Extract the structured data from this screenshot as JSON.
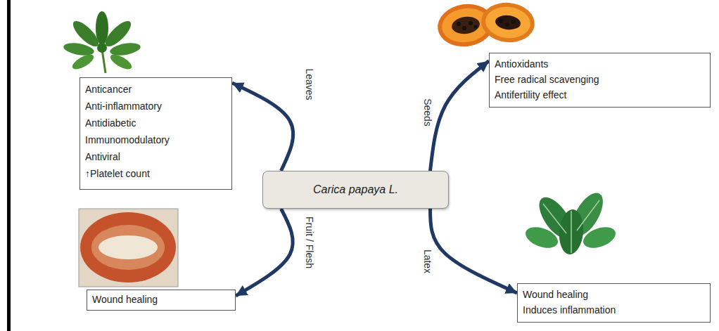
{
  "diagram": {
    "nodes": [
      {
        "text": [
          "Anticancer",
          "Anti-inflammatory",
          "Antidiabetic",
          "Immunomodulatory",
          "Antiviral",
          "↑Platelet count"
        ]
      },
      {
        "text": [
          "Antioxidants",
          "Free radical scavenging",
          "Antifertility effect"
        ]
      },
      {
        "text": [
          "Carica papaya L."
        ]
      },
      {
        "text": [
          "Wound healing"
        ]
      },
      {
        "text": [
          "Wound healing",
          "Induces inflammation"
        ]
      }
    ],
    "edges": [
      {
        "from": 2,
        "to": 0,
        "arrow": "to",
        "label": "Leaves"
      },
      {
        "from": 2,
        "to": 1,
        "arrow": "to",
        "label": "Seeds"
      },
      {
        "from": 2,
        "to": 3,
        "arrow": "to",
        "label": "Fruit / Flesh"
      },
      {
        "from": 2,
        "to": 4,
        "arrow": "to",
        "label": "Latex"
      }
    ]
  }
}
